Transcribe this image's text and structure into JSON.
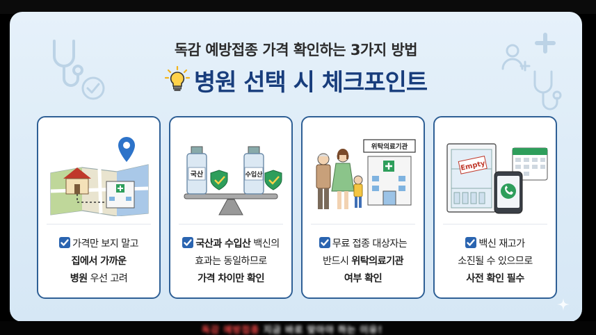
{
  "header": {
    "subtitle": "독감 예방접종 가격 확인하는 3가지 방법",
    "title": "병원 선택 시 체크포인트"
  },
  "cards": [
    {
      "lines": [
        {
          "parts": [
            {
              "t": "가격만 보지 말고",
              "b": false
            }
          ]
        },
        {
          "parts": [
            {
              "t": "집에서 가까운",
              "b": true
            }
          ]
        },
        {
          "parts": [
            {
              "t": "병원",
              "b": true
            },
            {
              "t": " 우선 고려",
              "b": false
            }
          ]
        }
      ]
    },
    {
      "labels": {
        "left_vial": "국산",
        "right_vial": "수입산"
      },
      "lines": [
        {
          "parts": [
            {
              "t": "국산과 수입산",
              "b": true
            },
            {
              "t": " 백신의",
              "b": false
            }
          ]
        },
        {
          "parts": [
            {
              "t": "효과는 동일하므로",
              "b": false
            }
          ]
        },
        {
          "parts": [
            {
              "t": "가격 차이만 확인",
              "b": true
            }
          ]
        }
      ]
    },
    {
      "labels": {
        "sign": "위탁의료기관"
      },
      "lines": [
        {
          "parts": [
            {
              "t": "무료 접종 대상자는",
              "b": false
            }
          ]
        },
        {
          "parts": [
            {
              "t": "반드시 ",
              "b": false
            },
            {
              "t": "위탁의료기관",
              "b": true
            }
          ]
        },
        {
          "parts": [
            {
              "t": "여부 확인",
              "b": true
            }
          ]
        }
      ]
    },
    {
      "labels": {
        "fridge_sign": "Empty"
      },
      "lines": [
        {
          "parts": [
            {
              "t": "백신 재고가",
              "b": false
            }
          ]
        },
        {
          "parts": [
            {
              "t": "소진될 수 있으므로",
              "b": false
            }
          ]
        },
        {
          "parts": [
            {
              "t": "사전 확인 필수",
              "b": true
            }
          ]
        }
      ]
    }
  ],
  "bottom_caption": {
    "red": "독감 예방접종",
    "rest": " 지금 바로 맞아야 하는 이유!"
  }
}
